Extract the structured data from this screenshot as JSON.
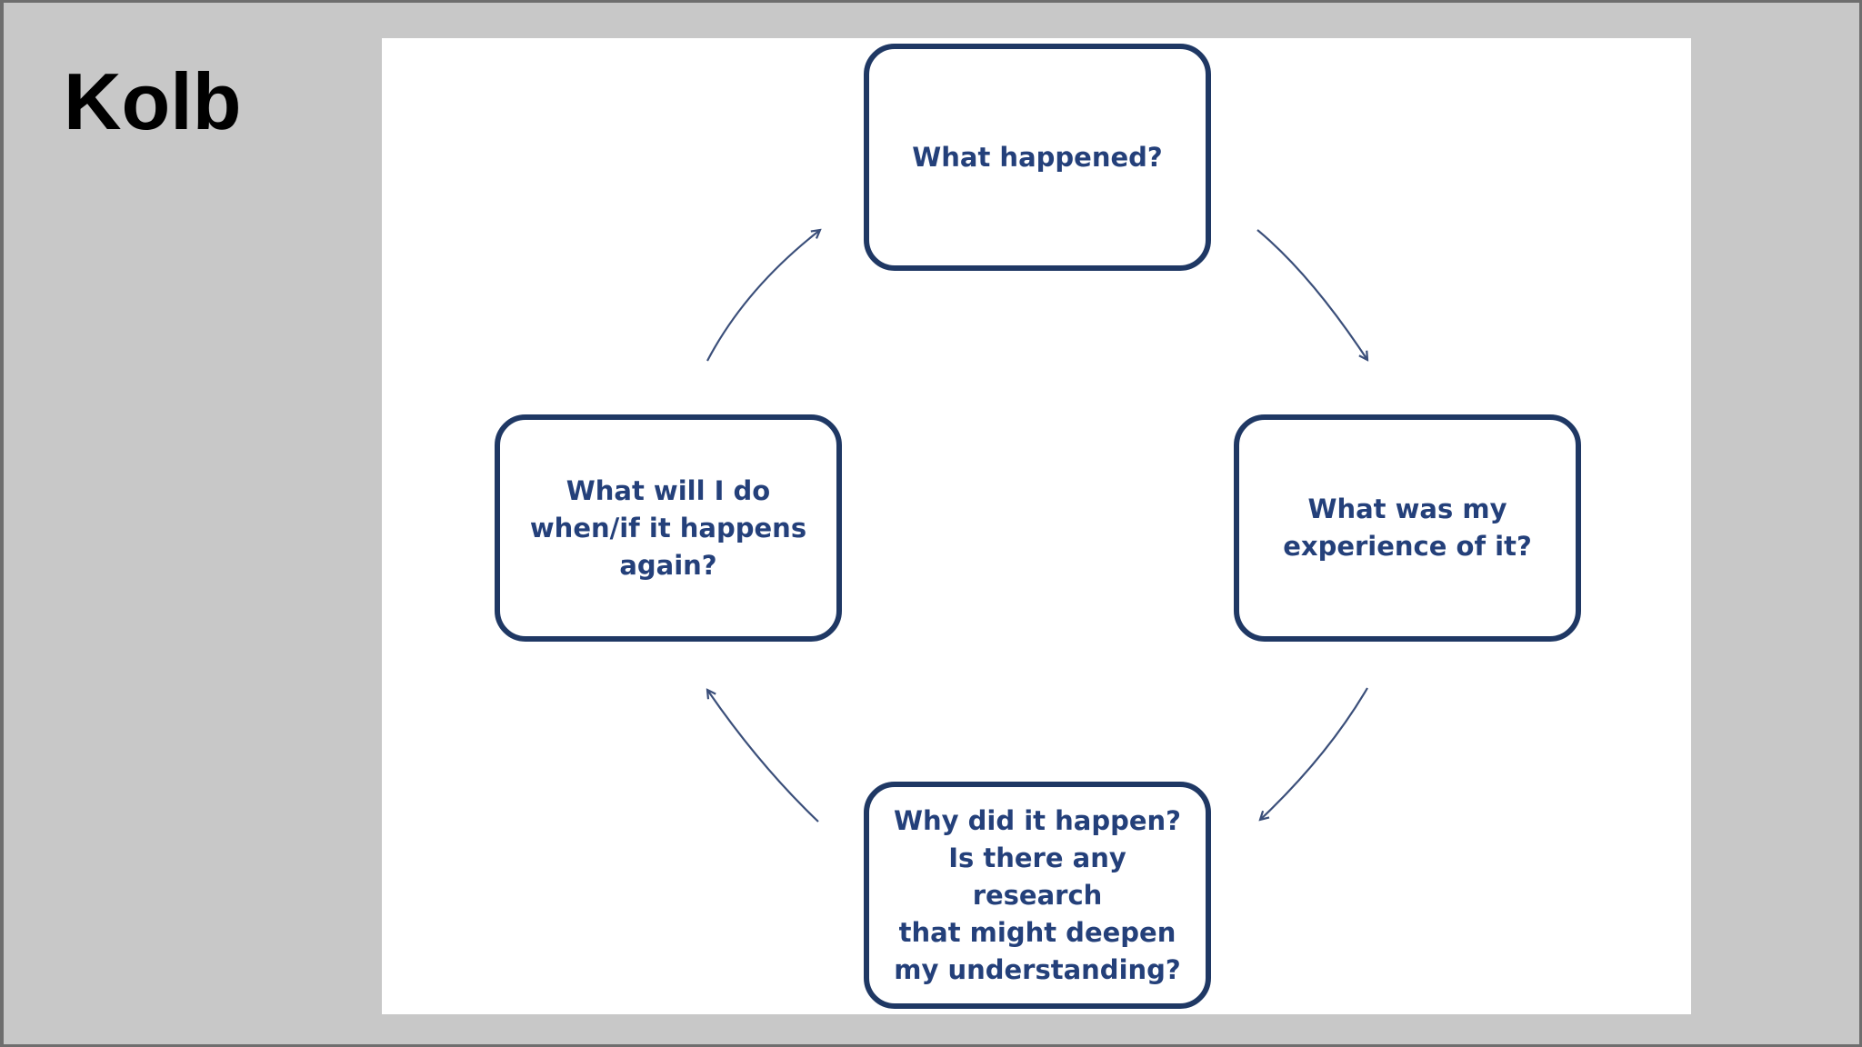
{
  "slide": {
    "title": "Kolb"
  },
  "diagram": {
    "stages": [
      {
        "id": "top",
        "text": "What happened?"
      },
      {
        "id": "right",
        "text": "What was my\nexperience of it?"
      },
      {
        "id": "bottom",
        "text": "Why did it happen?\nIs there any research\nthat might deepen\nmy understanding?"
      },
      {
        "id": "left",
        "text": "What will I do\nwhen/if it happens\nagain?"
      }
    ],
    "flow_order": [
      "top",
      "right",
      "bottom",
      "left"
    ],
    "colors": {
      "box_border": "#1f3864",
      "box_text": "#24407a",
      "arrow": "#3b4f7a",
      "slide_background": "#c8c8c8",
      "panel_background": "#ffffff"
    }
  }
}
